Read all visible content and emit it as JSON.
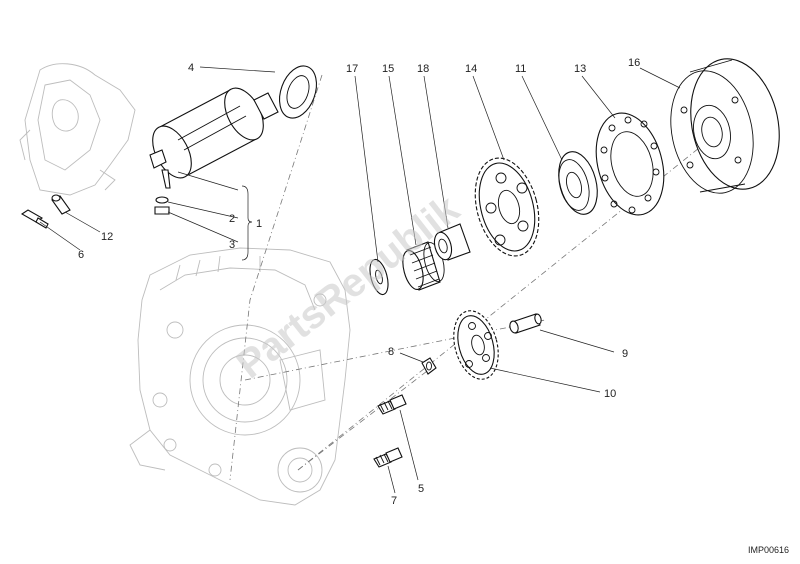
{
  "callouts": {
    "c1": "1",
    "c2": "2",
    "c3": "3",
    "c4": "4",
    "c5": "5",
    "c6": "6",
    "c7": "7",
    "c8": "8",
    "c9": "9",
    "c10": "10",
    "c11": "11",
    "c12": "12",
    "c13": "13",
    "c14": "14",
    "c15": "15",
    "c16": "16",
    "c17": "17",
    "c18": "18"
  },
  "watermark": "PartsRepublik",
  "figure_code": "IMP00616"
}
